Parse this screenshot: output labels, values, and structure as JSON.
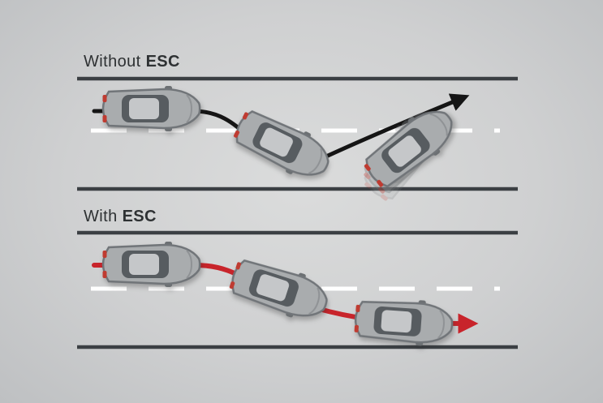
{
  "without_esc": {
    "label_regular": "Without ",
    "label_bold": "ESC"
  },
  "with_esc": {
    "label_regular": "With ",
    "label_bold": "ESC"
  },
  "colors": {
    "--bg-center": "#dbdcdc",
    "--bg-mid": "#cfd0d1",
    "--bg-edge": "#bec0c2",
    "--title-text": "#2e3133",
    "--road-edge": "#3b3f43",
    "--lane-dash": "#ffffff",
    "--path-black": "#151515",
    "--path-red": "#c8242b",
    "--car-body": "#a9acae",
    "--car-outline": "#717579",
    "--car-glass": "#575c60",
    "--car-roof": "#c5c7c9",
    "--car-mirror": "#6c7073",
    "--car-light": "#bf3b31",
    "--car-front-line": "#8f9295"
  }
}
